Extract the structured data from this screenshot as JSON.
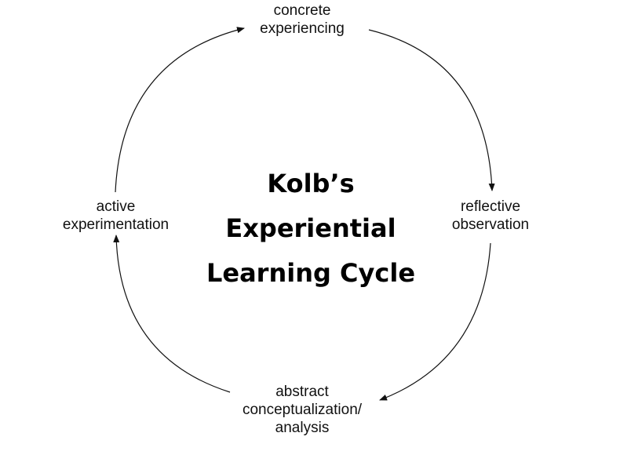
{
  "diagram": {
    "title_lines": [
      "Kolb’s",
      "Experiential",
      "Learning Cycle"
    ],
    "nodes": {
      "concrete": [
        "concrete",
        "experiencing"
      ],
      "reflective": [
        "reflective",
        "observation"
      ],
      "abstract": [
        "abstract",
        "conceptualization/",
        "analysis"
      ],
      "active": [
        "active",
        "experimentation"
      ]
    },
    "colors": {
      "line": "#111111",
      "text": "#111111",
      "title": "#000000",
      "background": "#ffffff"
    }
  }
}
